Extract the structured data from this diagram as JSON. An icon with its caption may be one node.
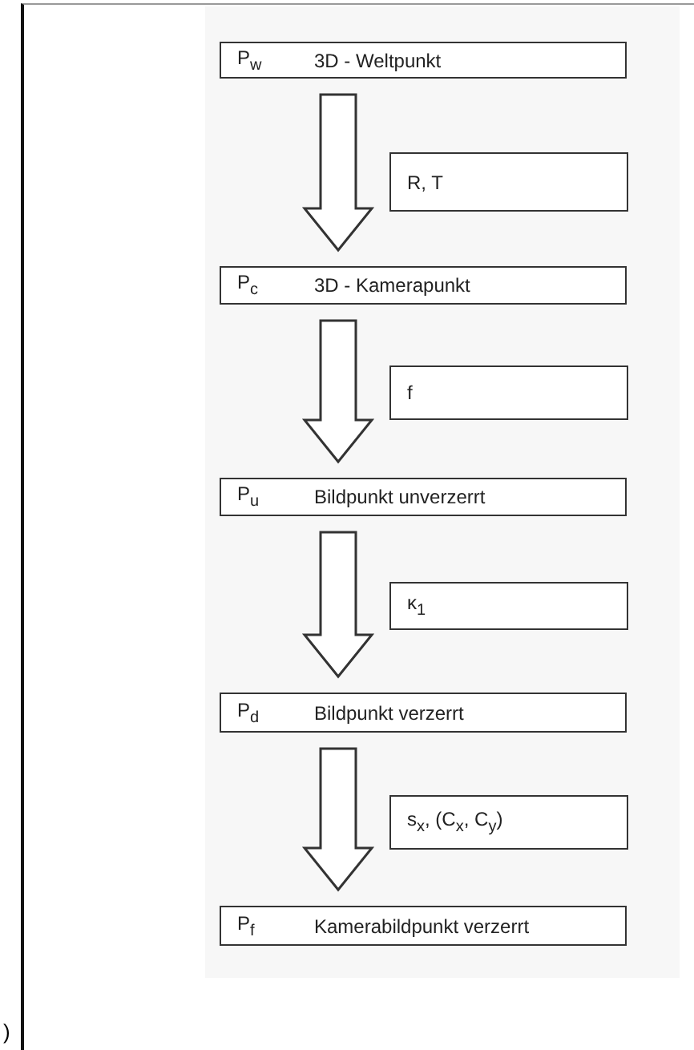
{
  "diagram": {
    "nodes": [
      {
        "text": [
          "P$_{w}$",
          "3D - Weltpunkt"
        ]
      },
      {
        "text": [
          "R, T"
        ]
      },
      {
        "text": [
          "P$_{c}$",
          "3D - Kamerapunkt"
        ]
      },
      {
        "text": [
          "f"
        ]
      },
      {
        "text": [
          "P$_{u}$",
          "Bildpunkt unverzerrt"
        ]
      },
      {
        "text": [
          "κ$_{1}$"
        ]
      },
      {
        "text": [
          "P$_{d}$",
          "Bildpunkt verzerrt"
        ]
      },
      {
        "text": [
          "s$_{x}$, (C$_{x}$, C$_{y}$)"
        ]
      },
      {
        "text": [
          "P$_{f}$",
          "Kamerabildpunkt verzerrt"
        ]
      }
    ],
    "edges": [
      {
        "from": 0,
        "to": 2,
        "arrow": "to"
      },
      {
        "from": 2,
        "to": 4,
        "arrow": "to"
      },
      {
        "from": 4,
        "to": 6,
        "arrow": "to"
      },
      {
        "from": 6,
        "to": 8,
        "arrow": "to"
      }
    ],
    "labels": [
      ")"
    ]
  }
}
